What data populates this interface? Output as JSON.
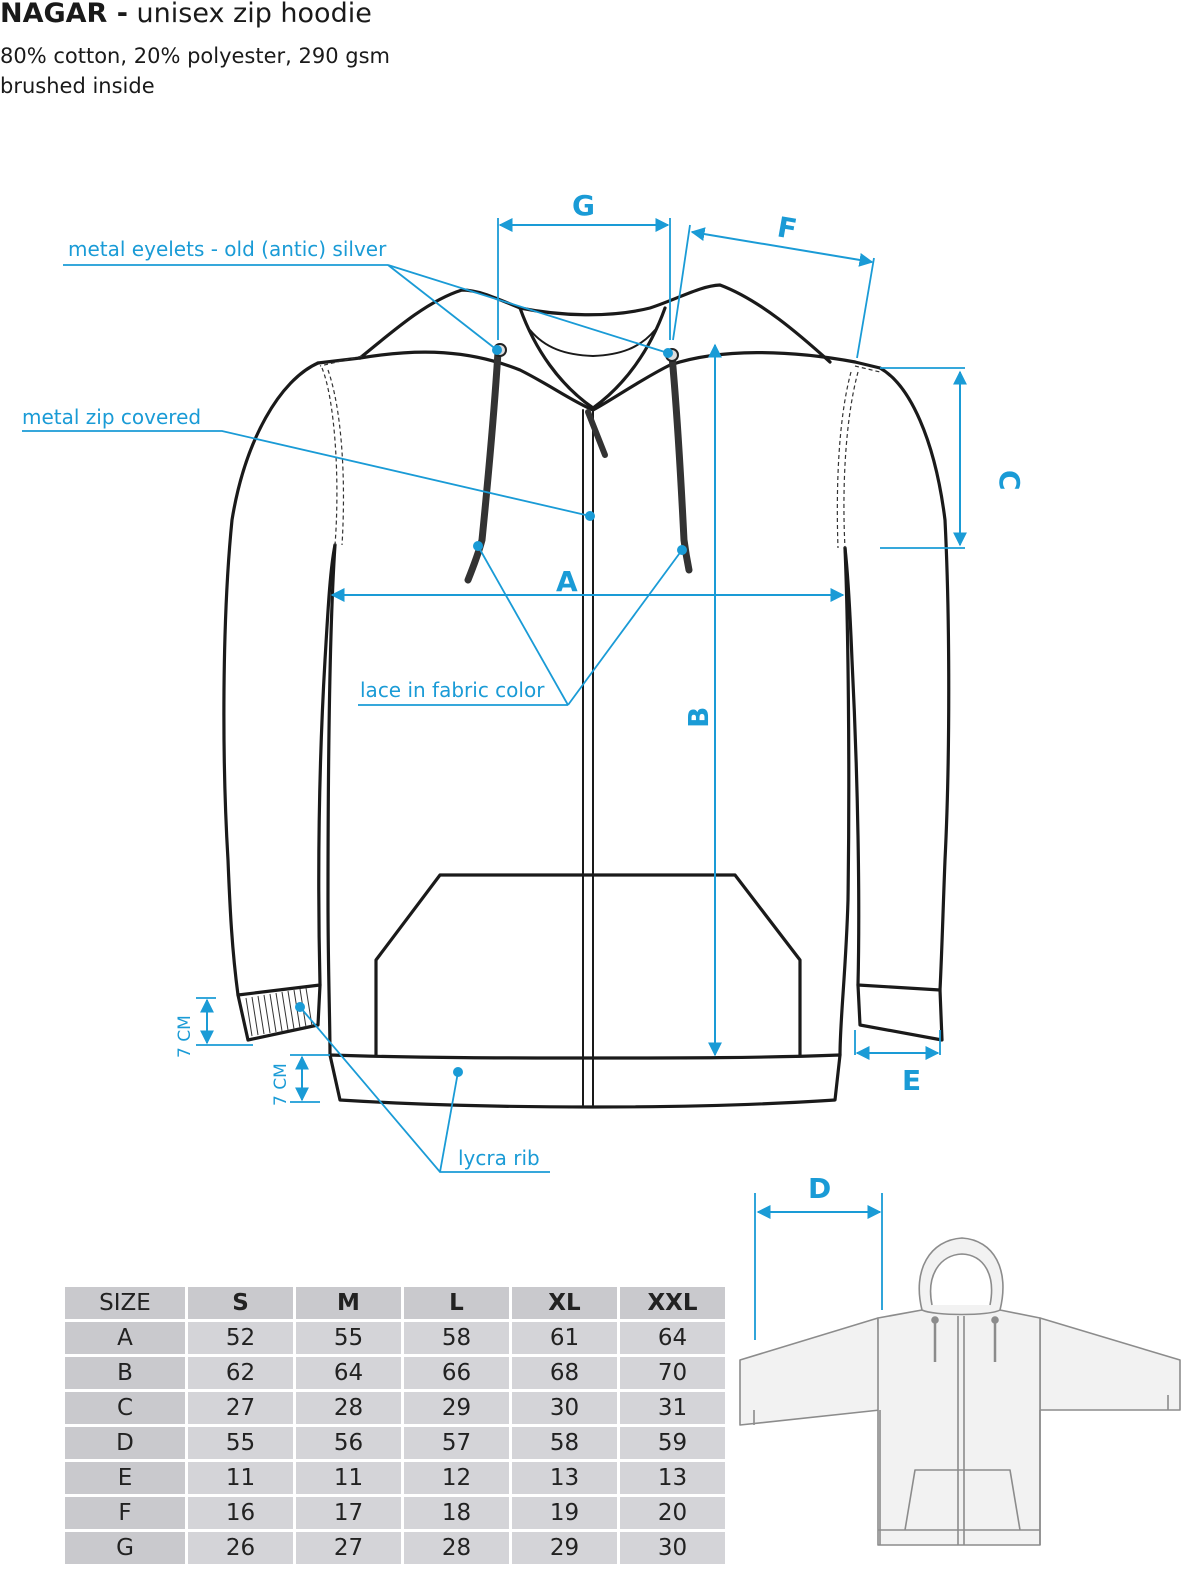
{
  "header": {
    "brand": "NAGAR -",
    "product": " unisex zip hoodie",
    "material": "80% cotton, 20% polyester, 290 gsm",
    "finish": "brushed inside"
  },
  "labels": {
    "eyelets": "metal eyelets - old (antic) silver",
    "zip": "metal zip covered",
    "lace": "lace in fabric color",
    "rib": "lycra rib",
    "cuff_height": "7 CM",
    "hem_height": "7 CM"
  },
  "dimensions": {
    "A": "A",
    "B": "B",
    "C": "C",
    "D": "D",
    "E": "E",
    "F": "F",
    "G": "G"
  },
  "colors": {
    "accent": "#1a9bd6",
    "line": "#1a1a1a",
    "table_bg": "#d4d4d8",
    "gray_hoodie": "#8c8c8c"
  },
  "size_table": {
    "corner": "SIZE",
    "sizes": [
      "S",
      "M",
      "L",
      "XL",
      "XXL"
    ],
    "rows": [
      {
        "label": "A",
        "values": [
          "52",
          "55",
          "58",
          "61",
          "64"
        ]
      },
      {
        "label": "B",
        "values": [
          "62",
          "64",
          "66",
          "68",
          "70"
        ]
      },
      {
        "label": "C",
        "values": [
          "27",
          "28",
          "29",
          "30",
          "31"
        ]
      },
      {
        "label": "D",
        "values": [
          "55",
          "56",
          "57",
          "58",
          "59"
        ]
      },
      {
        "label": "E",
        "values": [
          "11",
          "11",
          "12",
          "13",
          "13"
        ]
      },
      {
        "label": "F",
        "values": [
          "16",
          "17",
          "18",
          "19",
          "20"
        ]
      },
      {
        "label": "G",
        "values": [
          "26",
          "27",
          "28",
          "29",
          "30"
        ]
      }
    ]
  }
}
